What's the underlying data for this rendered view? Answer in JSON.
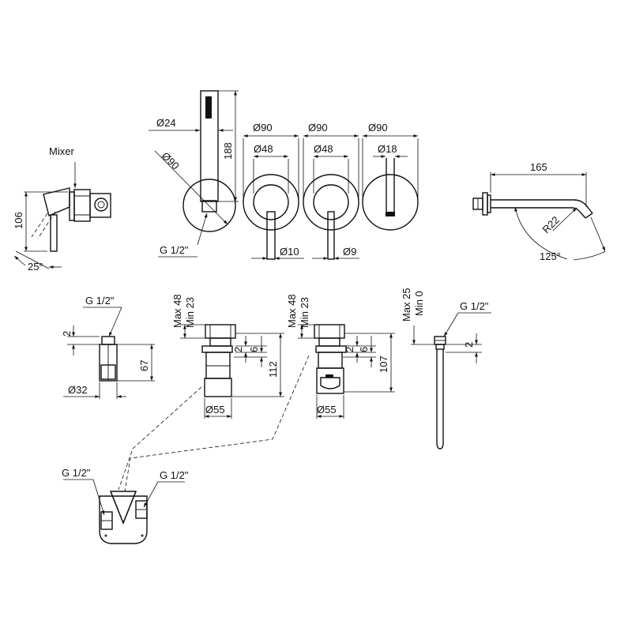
{
  "colors": {
    "line": "#111111",
    "background": "#ffffff"
  },
  "labels": {
    "mixer": "Mixer",
    "thread": "G 1/2\"",
    "dia_24": "Ø24",
    "dia_90": "Ø90",
    "dia_48": "Ø48",
    "dia_18": "Ø18",
    "dia_10": "Ø10",
    "dia_9": "Ø9",
    "dia_32": "Ø32",
    "dia_55": "Ø55",
    "len_188": "188",
    "len_106": "106",
    "len_165": "165",
    "radius_22": "R22",
    "angle_25": "25°",
    "angle_125": "125°",
    "len_2": "2",
    "len_6": "6",
    "len_67": "67",
    "len_112": "112",
    "len_107": "107",
    "max_48": "Max 48",
    "min_23": "Min 23",
    "max_25": "Max 25",
    "min_0": "Min 0"
  }
}
